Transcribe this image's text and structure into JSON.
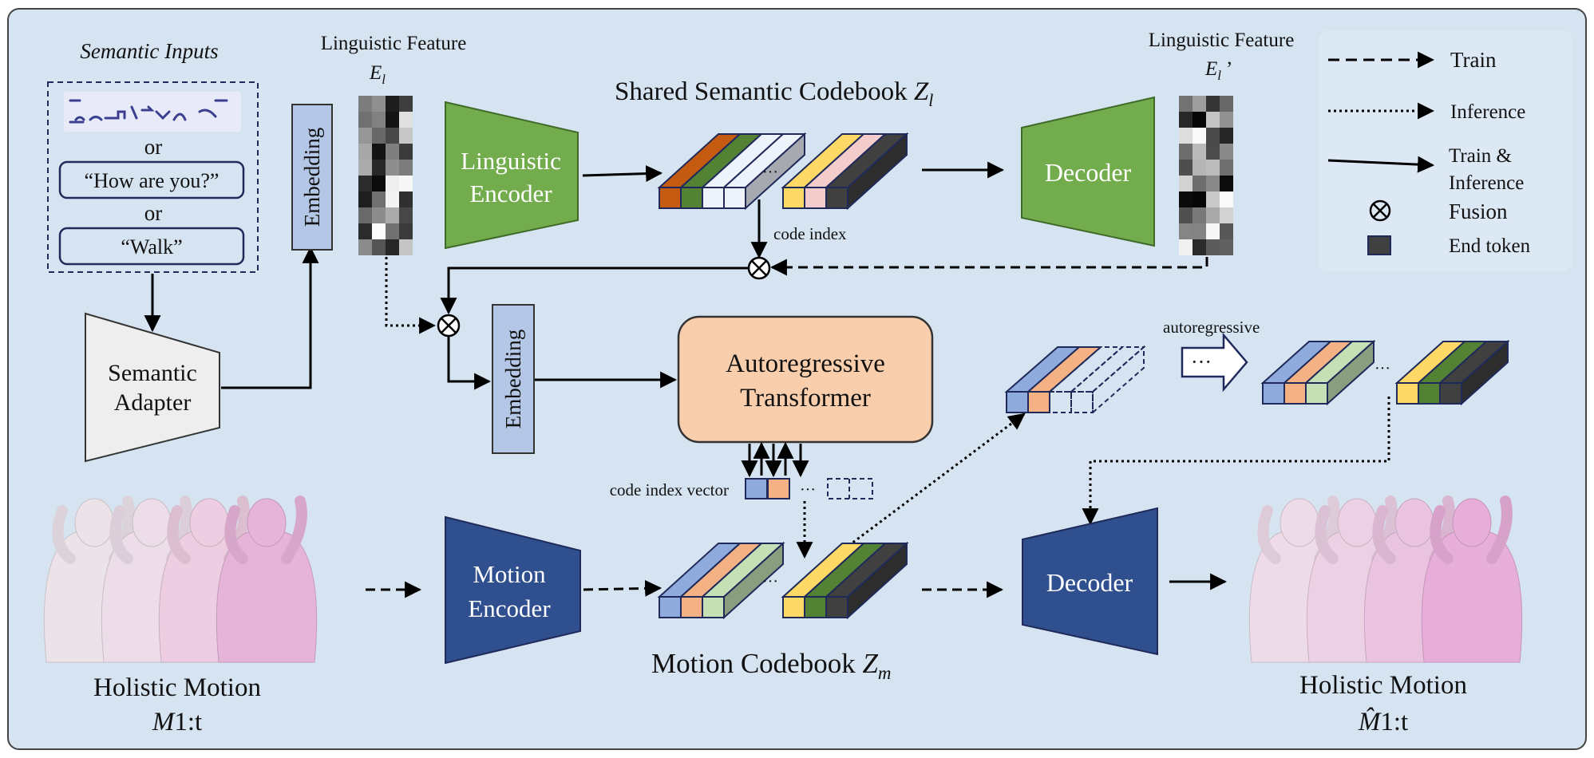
{
  "inputs": {
    "title": "Semantic Inputs",
    "or_1": "or",
    "or_2": "or",
    "sentence": "“How are you?”",
    "word": "“Walk”"
  },
  "adapter": {
    "line1": "Semantic",
    "line2": "Adapter"
  },
  "embedding_top": "Embedding",
  "embedding_mid": "Embedding",
  "feature_left": {
    "label": "Linguistic Feature",
    "symbol": "E",
    "sub": "l"
  },
  "feature_right": {
    "label": "Linguistic Feature",
    "symbol": "E",
    "sub": "l",
    "prime": "’"
  },
  "ling_encoder": {
    "line1": "Linguistic",
    "line2": "Encoder"
  },
  "shared_codebook": {
    "label": "Shared Semantic Codebook ",
    "symbol": "Z",
    "sub": "l"
  },
  "decoder_top": "Decoder",
  "code_index": "code index",
  "transformer": {
    "line1": "Autoregressive",
    "line2": "Transformer"
  },
  "code_index_vector": "code index vector",
  "autoregressive": "autoregressive",
  "ellipsis": "···",
  "motion_encoder": {
    "line1": "Motion",
    "line2": "Encoder"
  },
  "motion_codebook": {
    "label": "Motion Codebook ",
    "symbol": "Z",
    "sub": "m"
  },
  "decoder_bottom": "Decoder",
  "holistic_left": {
    "label": "Holistic Motion",
    "symbol": "M",
    "sub": "1:t"
  },
  "holistic_right": {
    "label": "Holistic Motion",
    "symbol": "M̂",
    "sub": "1:t"
  },
  "legend": {
    "train": "Train",
    "inference": "Inference",
    "train_inference_1": "Train &",
    "train_inference_2": "Inference",
    "fusion": "Fusion",
    "end_token": "End token"
  },
  "colors": {
    "panel_bg": "#d6e4f2",
    "green": "#72ac4d",
    "navy": "#2f4f8f",
    "peach": "#f9ceac",
    "lavender": "#b4c7e7",
    "token_orange": "#c55a11",
    "token_green": "#548235",
    "token_yellow": "#ffd966",
    "token_pink": "#f4cccc",
    "token_dark": "#404040",
    "token_blue": "#8faadc",
    "token_peach": "#f4b183",
    "token_lightgreen": "#c5e0b4"
  }
}
